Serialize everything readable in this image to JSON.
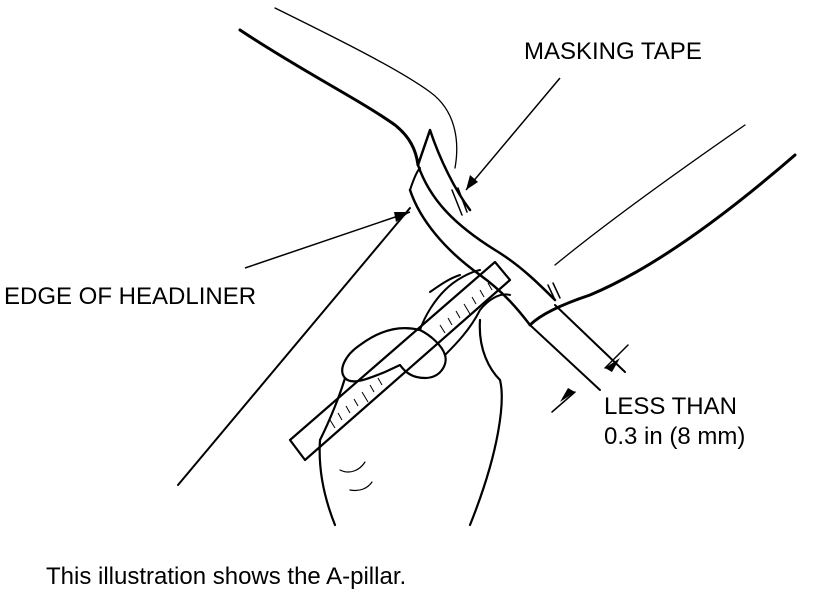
{
  "labels": {
    "masking_tape": "MASKING TAPE",
    "edge_of_headliner": "EDGE OF HEADLINER",
    "less_than_line1": "LESS THAN",
    "less_than_line2": "0.3 in (8 mm)"
  },
  "caption": "This illustration shows the A-pillar.",
  "colors": {
    "ink": "#000000",
    "background": "#ffffff"
  },
  "icons": [
    "hand-holding-ruler-illustration",
    "a-pillar-trim-illustration"
  ]
}
